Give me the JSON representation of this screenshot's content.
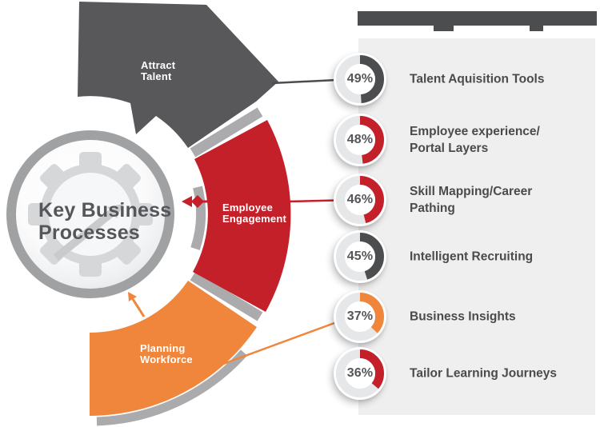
{
  "hub": {
    "title_line1": "Key Business",
    "title_line2": "Processes"
  },
  "segments": [
    {
      "id": "attract-talent",
      "label_line1": "Attract",
      "label_line2": "Talent",
      "color_key": "dark_segment"
    },
    {
      "id": "employee-engagement",
      "label_line1": "Employee",
      "label_line2": "Engagement",
      "color_key": "red"
    },
    {
      "id": "planning-workforce",
      "label_line1": "Planning",
      "label_line2": "Workforce",
      "color_key": "orange"
    }
  ],
  "metrics": [
    {
      "pct": 49,
      "value_label": "49%",
      "label_line1": "Talent Aquisition Tools",
      "label_line2": "",
      "color_key": "dark"
    },
    {
      "pct": 48,
      "value_label": "48%",
      "label_line1": "Employee experience/",
      "label_line2": "Portal Layers",
      "color_key": "red"
    },
    {
      "pct": 46,
      "value_label": "46%",
      "label_line1": "Skill Mapping/Career",
      "label_line2": "Pathing",
      "color_key": "red"
    },
    {
      "pct": 45,
      "value_label": "45%",
      "label_line1": "Intelligent Recruiting",
      "label_line2": "",
      "color_key": "dark"
    },
    {
      "pct": 37,
      "value_label": "37%",
      "label_line1": "Business Insights",
      "label_line2": "",
      "color_key": "orange"
    },
    {
      "pct": 36,
      "value_label": "36%",
      "label_line1": "Tailor Learning Journeys",
      "label_line2": "",
      "color_key": "red"
    }
  ],
  "colors": {
    "dark": "#4C4D4F",
    "dark_segment": "#58585A",
    "red": "#C4202A",
    "orange": "#F0863B",
    "separator": "#ABABAD",
    "ring_gray": "#9FA1A3",
    "gear": "#D5D7D8",
    "panel_bg": "#EFEFEF",
    "track": "#E6E7E8",
    "label_text": "#4A4B4D",
    "title_text": "#55565A"
  }
}
